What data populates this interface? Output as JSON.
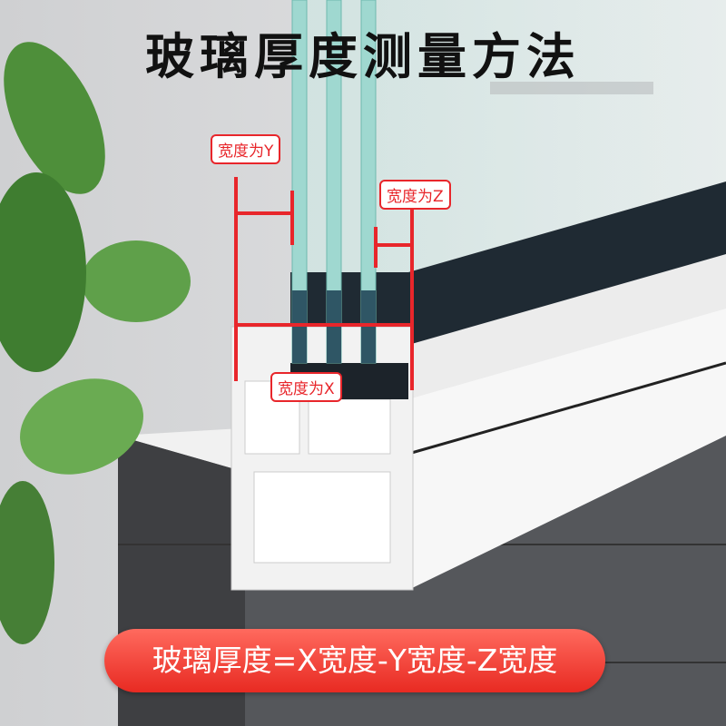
{
  "title": "玻璃厚度测量方法",
  "labels": {
    "width_y": "宽度为Y",
    "width_z": "宽度为Z",
    "width_x": "宽度为X"
  },
  "formula": "玻璃厚度=X宽度-Y宽度-Z宽度",
  "colors": {
    "accent": "#e8262b",
    "glass": "#9fd8d0",
    "frame": "#f4f4f4",
    "wall": "#4a4b4e"
  }
}
